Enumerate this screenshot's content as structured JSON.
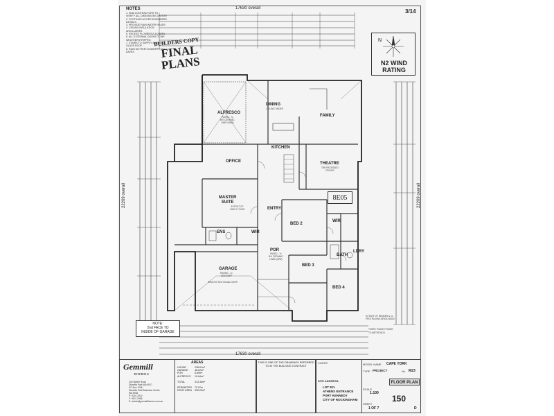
{
  "sheet_number": "3/14",
  "notes": {
    "heading": "NOTES",
    "items": [
      "1. SUB-CONTRACTORS TO VERIFY ALL DIMENSIONS ON SITE",
      "2. FOOTINGS AS PER ENGINEERS DETAILS",
      "3. PROVIDE RAIN WATER HEADS",
      "4. CEILING INSULATION ANCILLARIES",
      "5. RECESS PLUMBING/LAUNDRY",
      "6. ALL EXTERNAL DOORS TO BE WEATHERSTRIPPED",
      "7. STAIRS TO SUPPLY & INSTALL GLASS ROOF",
      "8. RAIN GUTTER/ DOWNPIPE TO EAVES"
    ]
  },
  "stamps": {
    "builders_copy": "BUILDERS COPY",
    "final_plans_line1": "FINAL",
    "final_plans_line2": "PLANS"
  },
  "overall": {
    "top": "17630 overall",
    "bottom": "17630 overall",
    "left": "22209 overall",
    "right": "22209 overall"
  },
  "wind": {
    "north": "N",
    "rating_line1": "N2 WIND",
    "rating_line2": "RATING"
  },
  "rooms": {
    "dining": "DINING",
    "family": "FAMILY",
    "alfresco": "ALFRESCO",
    "kitchen": "KITCHEN",
    "office": "OFFICE",
    "theatre": "THEATRE",
    "master_suite_line1": "MASTER",
    "master_suite_line2": "SUITE",
    "entry": "ENTRY",
    "bed2": "BED 2",
    "bed3": "BED 3",
    "bed4": "BED 4",
    "garage": "GARAGE",
    "por": "POR",
    "wir": "WIR",
    "ens": "ENS",
    "bath": "BATH",
    "ldry": "LDRY"
  },
  "room_notes": {
    "alfresco": "PAVED - 7c\nB/V CERAMIC\nLINED (B/W)",
    "master": "EXTENT OF\n1000 X TILING",
    "garage": "PAVING - 7c\n1000 DEEP",
    "garage_door": "REMOTE SECTIONAL DOOR",
    "por": "PAVED - 7c\nB/V CERAMIC\nLINED (B/W)",
    "theatre": "TBR RECESSED\nCEILING",
    "dining": "CEILING UNDER"
  },
  "handwritten": "8E05",
  "note_box": {
    "line1": "NOTE:",
    "line2": "2nd FACE TO",
    "line3": "INSIDE OF GARAGE"
  },
  "right_notes": [
    "EXTENT OF RENDER & 1c",
    "PROTRUDING BRICK BAND",
    "THREE PHASE POWER",
    "TO METER BOX"
  ],
  "title_block": {
    "logo": "Gemmill",
    "logo_sub": "HOMES",
    "address": [
      "343 Walter Road",
      "Dianella Park WA 6917",
      "PO Box 1206,",
      "Dianella Park Business Centre",
      "WA 6918",
      "P: 9201 2922",
      "F: 9201 2966",
      "E: admin@gemmillhomes.com.au"
    ],
    "areas_title": "AREAS",
    "areas": [
      {
        "label": "HOUSE",
        "value": "238.61m²"
      },
      {
        "label": "GARAGE",
        "value": "48.22m²"
      },
      {
        "label": "POR",
        "value": "6.89m²"
      },
      {
        "label": "ALFRESCO",
        "value": "19.64m²"
      },
      {
        "label": "TOTAL",
        "value": "313.36m²"
      },
      {
        "label": "PERIMETER",
        "value": "73.07m"
      },
      {
        "label": "ROOF AREA",
        "value": "330.29m²"
      }
    ],
    "disclaimer": "THIS IS ONE OF THE DRAWINGS REFERRED TO IN THE BUILDING CONTRACT",
    "client_label": "CLIENT:",
    "site_address_label": "SITE ADDRESS:",
    "lot": "LOT 811",
    "street": "ATHENS ENTRANCE",
    "suburb": "PORT KENNEDY",
    "city": "CITY OF ROCKINGHAM",
    "model_label": "MODEL NAME",
    "model": "CAPE YORK",
    "type_label": "TYPE",
    "type": "PROJECT",
    "no_label": "No",
    "no": "M23",
    "drawing_title": "FLOOR PLAN",
    "scale_label": "SCALE",
    "scale": "1:100",
    "sheet_label": "SHEET",
    "sheet": "1 OF 7",
    "rev": "D",
    "job_no": "150"
  }
}
